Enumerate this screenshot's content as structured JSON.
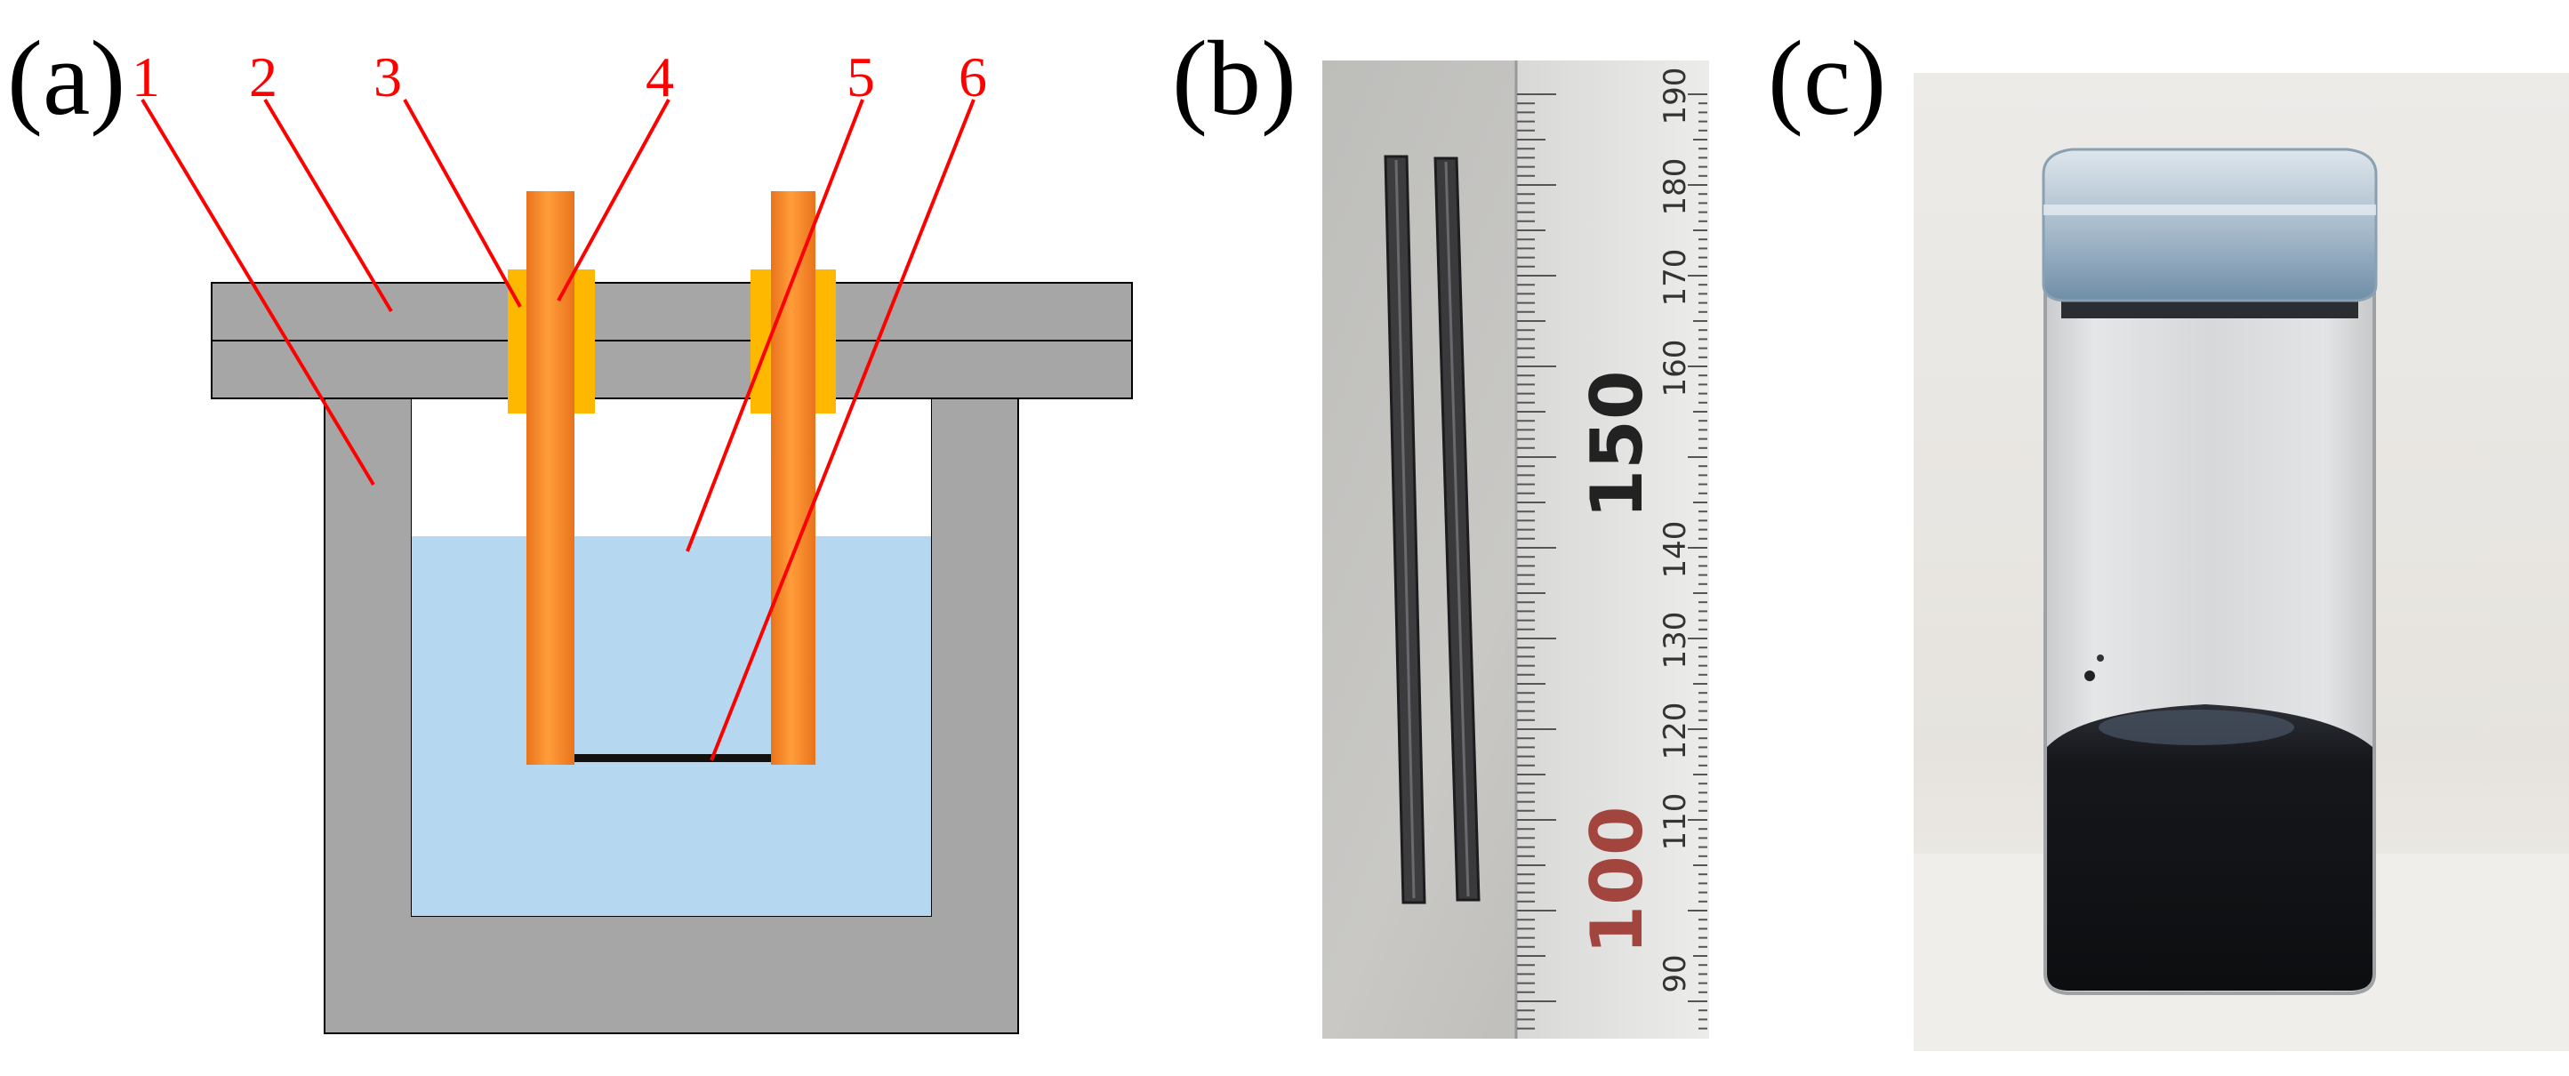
{
  "panels": {
    "a": {
      "label": "(a)"
    },
    "b": {
      "label": "(b)"
    },
    "c": {
      "label": "(c)"
    }
  },
  "callouts": [
    "1",
    "2",
    "3",
    "4",
    "5",
    "6"
  ],
  "ruler": {
    "small_ticks": [
      "190",
      "180",
      "170",
      "160",
      "140",
      "130",
      "120",
      "110",
      "90"
    ],
    "large_ticks": [
      "150",
      "100"
    ]
  },
  "colors": {
    "vessel": "#a6a6a6",
    "electrolyte": "#b5d8f0",
    "electrode": "#f5912f",
    "seal": "#ffb800",
    "callout": "#ff0000"
  }
}
